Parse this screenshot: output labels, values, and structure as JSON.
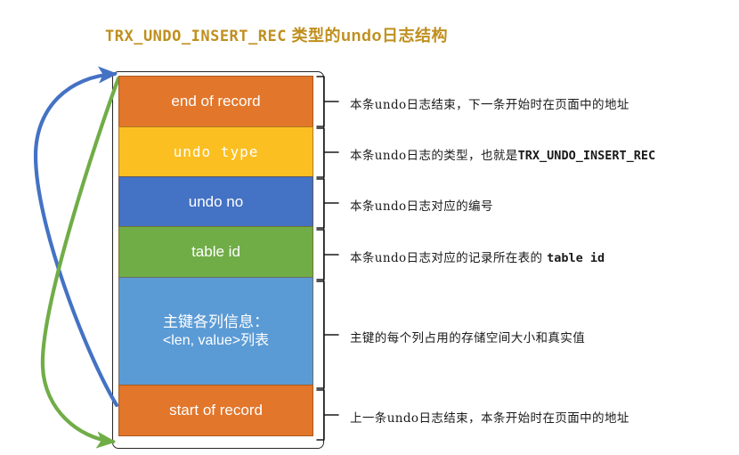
{
  "title": {
    "code": "TRX_UNDO_INSERT_REC",
    "rest": " 类型的undo日志结构",
    "color": "#bf8f1e"
  },
  "diagram": {
    "type": "structure-layout",
    "name": "undo-log-record-structure",
    "fields": [
      {
        "key": "end-of-record",
        "label": "end of record",
        "mono": false,
        "color": "#e2762a",
        "height": 58,
        "annotation_prefix": "本条undo日志结束，下一条开始时在页面中的地址",
        "annotation_code": ""
      },
      {
        "key": "undo-type",
        "label": "undo  type",
        "mono": true,
        "color": "#fbbf22",
        "height": 57,
        "annotation_prefix": "本条undo日志的类型，也就是",
        "annotation_code": "TRX_UNDO_INSERT_REC"
      },
      {
        "key": "undo-no",
        "label": "undo no",
        "mono": false,
        "color": "#4472c4",
        "height": 57,
        "annotation_prefix": "本条undo日志对应的编号",
        "annotation_code": ""
      },
      {
        "key": "table-id",
        "label": "table id",
        "mono": false,
        "color": "#70ad47",
        "height": 58,
        "annotation_prefix": "本条undo日志对应的记录所在表的 ",
        "annotation_code": "table id"
      },
      {
        "key": "primary-key-columns",
        "label_line1": "主键各列信息：",
        "label_line2": "<len, value>列表",
        "mono": false,
        "color": "#5b9bd5",
        "height": 122,
        "annotation_prefix": "主键的每个列占用的存储空间大小和真实值",
        "annotation_code": ""
      },
      {
        "key": "start-of-record",
        "label": "start of record",
        "mono": false,
        "color": "#e2762a",
        "height": 58,
        "annotation_prefix": "上一条undo日志结束，本条开始时在页面中的地址",
        "annotation_code": ""
      }
    ],
    "arrows": [
      {
        "key": "prev-record-link",
        "color": "#4472c4",
        "from": "start-of-record-top",
        "to": "end-of-record-top"
      },
      {
        "key": "next-record-link",
        "color": "#70ad47",
        "from": "end-of-record-top",
        "to": "start-of-record-bottom"
      }
    ]
  }
}
